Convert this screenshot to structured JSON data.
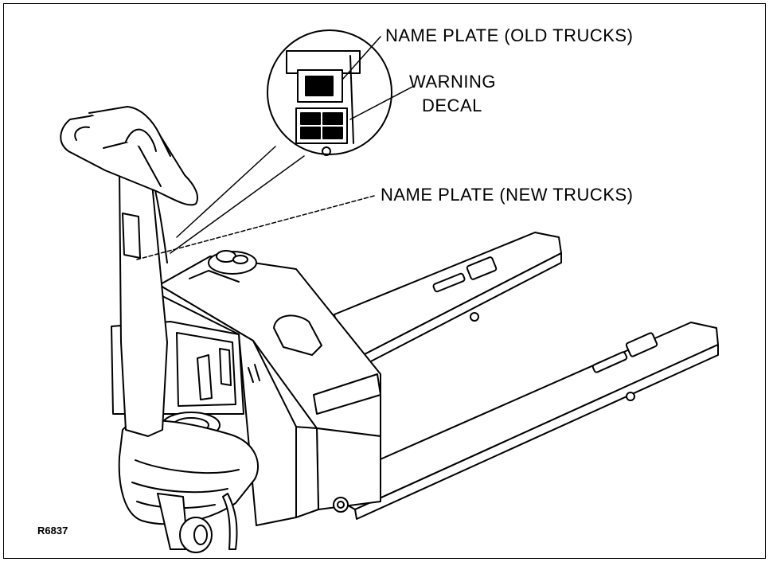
{
  "figure": {
    "labels": {
      "name_plate_old": "NAME PLATE (OLD TRUCKS)",
      "warning_decal_line1": "WARNING",
      "warning_decal_line2": "DECAL",
      "name_plate_new": "NAME PLATE (NEW TRUCKS)"
    },
    "figure_code": "R6837",
    "line_color": "#000000",
    "background": "#ffffff"
  }
}
